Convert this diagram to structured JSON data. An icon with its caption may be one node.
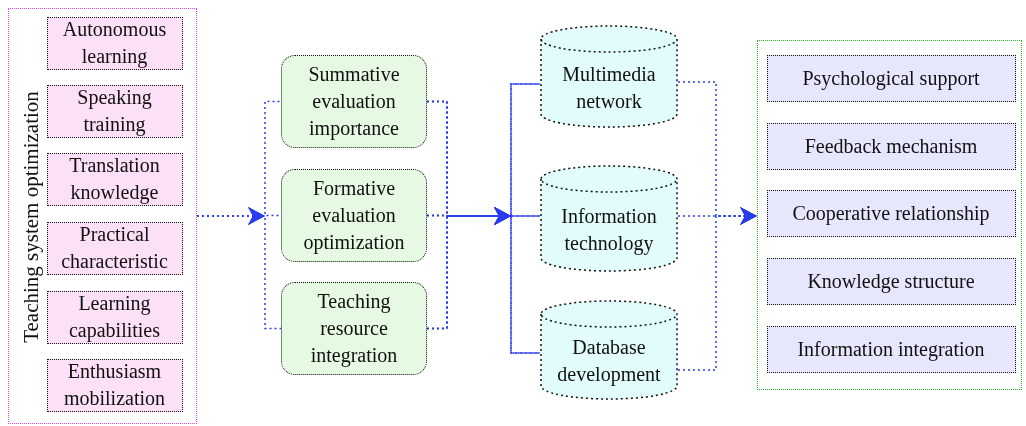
{
  "diagram": {
    "nodes": [
      {
        "text": [
          "Teaching system optimization"
        ]
      },
      {
        "text": [
          "Autonomous learning"
        ],
        "in": 0
      },
      {
        "text": [
          "Speaking training"
        ],
        "in": 0
      },
      {
        "text": [
          "Translation knowledge"
        ],
        "in": 0
      },
      {
        "text": [
          "Practical characteristic"
        ],
        "in": 0
      },
      {
        "text": [
          "Learning capabilities"
        ],
        "in": 0
      },
      {
        "text": [
          "Enthusiasm mobilization"
        ],
        "in": 0
      },
      {
        "text": [
          "Summative evaluation importance"
        ]
      },
      {
        "text": [
          "Formative evaluation optimization"
        ]
      },
      {
        "text": [
          "Teaching resource integration"
        ]
      },
      {
        "text": [
          "Multimedia network"
        ]
      },
      {
        "text": [
          "Information technology"
        ]
      },
      {
        "text": [
          "Database development"
        ]
      },
      {
        "text": [],
        "shape": "box"
      },
      {
        "text": [
          "Psychological support"
        ],
        "in": 13
      },
      {
        "text": [
          "Feedback mechanism"
        ],
        "in": 13
      },
      {
        "text": [
          "Cooperative relationship"
        ],
        "in": 13
      },
      {
        "text": [
          "Knowledge structure"
        ],
        "in": 13
      },
      {
        "text": [
          "Information integration"
        ],
        "in": 13
      }
    ],
    "edges": [
      {
        "from": 0,
        "to": 7,
        "arrow": "to",
        "style": "dashed"
      },
      {
        "from": 0,
        "to": 8,
        "arrow": "to",
        "style": "dashed"
      },
      {
        "from": 0,
        "to": 9,
        "arrow": "to",
        "style": "dashed"
      },
      {
        "from": 7,
        "to": 10,
        "arrow": "to",
        "style": "dashed"
      },
      {
        "from": 7,
        "to": 11,
        "arrow": "to",
        "style": "dashed"
      },
      {
        "from": 7,
        "to": 12,
        "arrow": "to",
        "style": "dashed"
      },
      {
        "from": 8,
        "to": 10,
        "arrow": "to",
        "style": "dashed"
      },
      {
        "from": 8,
        "to": 11,
        "arrow": "to",
        "style": "dashed"
      },
      {
        "from": 8,
        "to": 12,
        "arrow": "to",
        "style": "dashed"
      },
      {
        "from": 9,
        "to": 10,
        "arrow": "to",
        "style": "dashed"
      },
      {
        "from": 9,
        "to": 11,
        "arrow": "to",
        "style": "dashed"
      },
      {
        "from": 9,
        "to": 12,
        "arrow": "to",
        "style": "dashed"
      },
      {
        "from": 10,
        "to": 13,
        "arrow": "to",
        "style": "dashed"
      },
      {
        "from": 11,
        "to": 13,
        "arrow": "to",
        "style": "dashed"
      },
      {
        "from": 12,
        "to": 13,
        "arrow": "to",
        "style": "dashed"
      }
    ]
  }
}
